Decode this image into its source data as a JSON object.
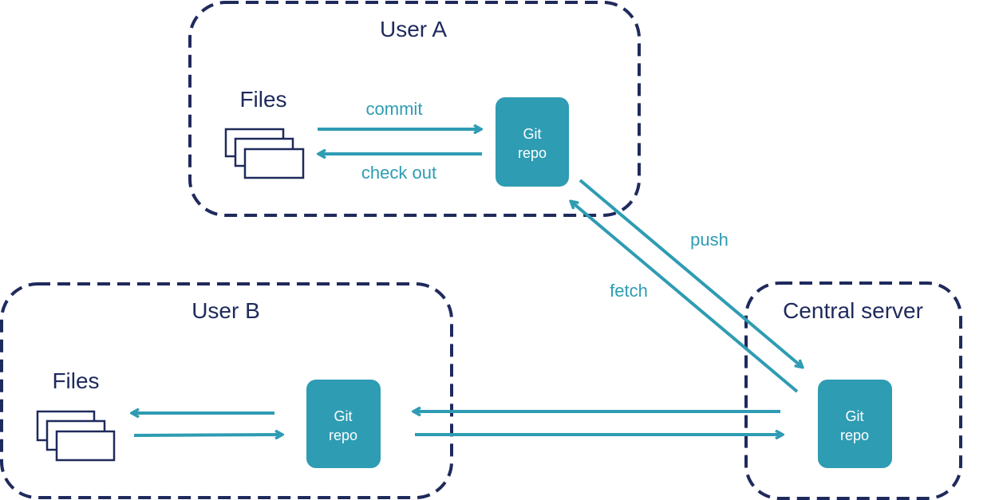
{
  "colors": {
    "zone_border": "#1f2a5c",
    "accent": "#2e9cb3",
    "text_dark": "#1f2a5c",
    "repo_text": "#ffffff"
  },
  "user_a": {
    "title": "User A",
    "files_label": "Files",
    "repo_line1": "Git",
    "repo_line2": "repo",
    "commit_label": "commit",
    "checkout_label": "check out"
  },
  "user_b": {
    "title": "User B",
    "files_label": "Files",
    "repo_line1": "Git",
    "repo_line2": "repo"
  },
  "central": {
    "title": "Central server",
    "repo_line1": "Git",
    "repo_line2": "repo"
  },
  "edges": {
    "push_label": "push",
    "fetch_label": "fetch"
  },
  "icons": {
    "files": "stacked-documents-icon"
  }
}
